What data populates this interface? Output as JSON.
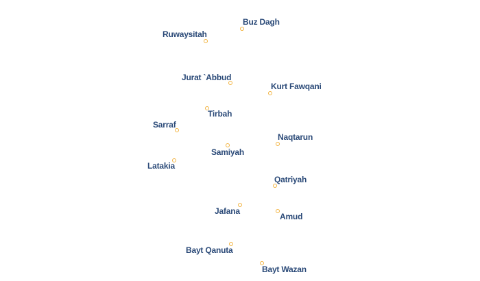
{
  "map": {
    "marker_color": "#f2b340",
    "label_color": "#2b4a78",
    "places": {
      "buz_dagh": "Buz Dagh",
      "ruwaysitah": "Ruwaysitah",
      "jurat_abbud": "Jurat `Abbud",
      "kurt_fawqani": "Kurt Fawqani",
      "tirbah": "Tirbah",
      "sarraf": "Sarraf",
      "naqtarun": "Naqtarun",
      "samiyah": "Samiyah",
      "latakia": "Latakia",
      "qatriyah": "Qatriyah",
      "jafana": "Jafana",
      "amud": "Amud",
      "bayt_qanuta": "Bayt Qanuta",
      "bayt_wazan": "Bayt Wazan"
    }
  }
}
